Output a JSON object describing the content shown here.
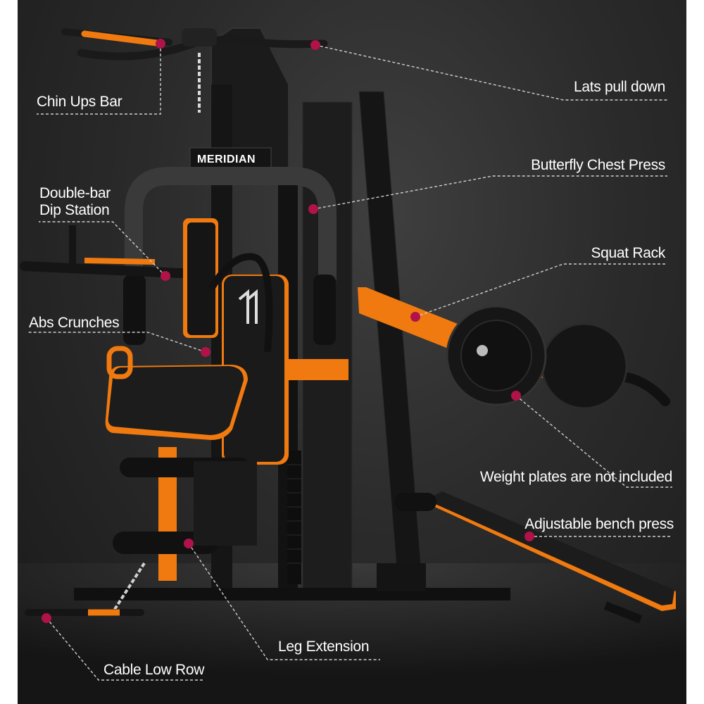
{
  "brand": {
    "name": "MERIDIAN"
  },
  "callouts": [
    {
      "id": "chin-ups-bar",
      "label": "Chin Ups Bar"
    },
    {
      "id": "lats-pull-down",
      "label": "Lats pull down"
    },
    {
      "id": "butterfly-chest-press",
      "label": "Butterfly Chest Press"
    },
    {
      "id": "dip-station",
      "lines": [
        "Double-bar",
        "Dip Station"
      ]
    },
    {
      "id": "squat-rack",
      "label": "Squat Rack"
    },
    {
      "id": "abs-crunches",
      "label": "Abs Crunches"
    },
    {
      "id": "weight-plates",
      "label": "Weight plates are not included"
    },
    {
      "id": "bench-press",
      "label": "Adjustable bench press"
    },
    {
      "id": "leg-extension",
      "label": "Leg Extension"
    },
    {
      "id": "cable-low-row",
      "label": "Cable Low Row"
    }
  ],
  "colors": {
    "frame": "#1c1c1c",
    "accent": "#f07a10",
    "marker": "#b0124a",
    "text": "#ffffff"
  }
}
